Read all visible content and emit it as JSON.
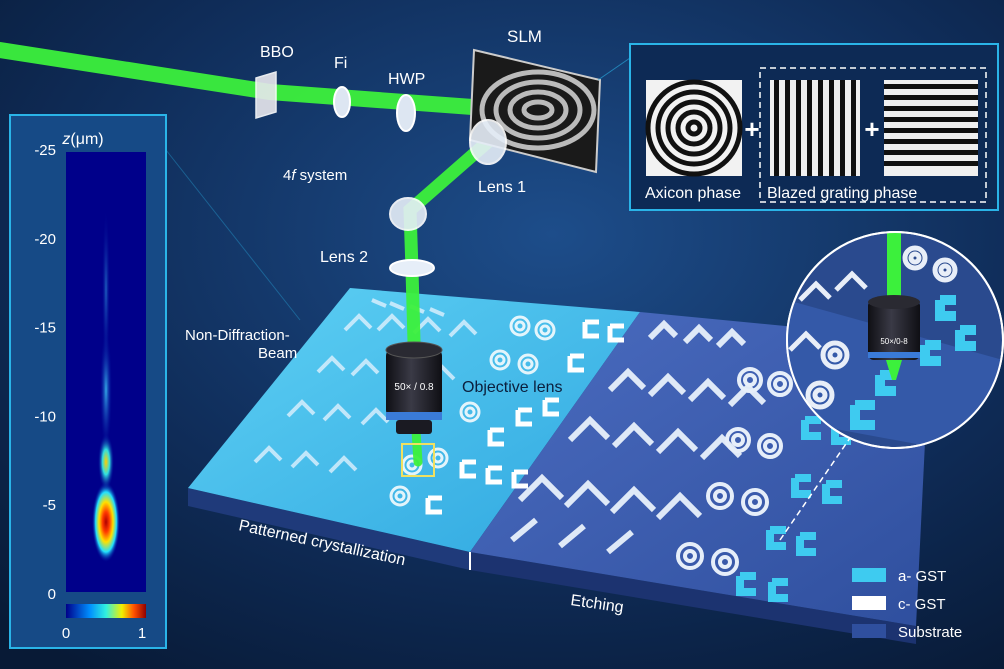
{
  "optics": {
    "bbo": "BBO",
    "fi": "Fi",
    "hwp": "HWP",
    "slm": "SLM",
    "system_prefix": "4",
    "system_f": "f",
    "system_suffix": " system",
    "lens1": "Lens 1",
    "lens2": "Lens 2",
    "objective": "Objective lens",
    "objective_marking": "50× / 0.8",
    "beam_line1": "Non-Diffraction-",
    "beam_line2": "Beam"
  },
  "phase_inset": {
    "plus": "+",
    "axicon": "Axicon phase",
    "blazed": "Blazed grating phase"
  },
  "profile_panel": {
    "title_var": "z",
    "title_unit": "(μm)",
    "ticks": [
      "-25",
      "-20",
      "-15",
      "-10",
      "-5",
      "0"
    ],
    "colorbar_min": "0",
    "colorbar_max": "1"
  },
  "sample": {
    "left_region": "Patterned crystallization",
    "right_region": "Etching"
  },
  "zoom_inset": {
    "objective_marking": "50×/0-8"
  },
  "legend": {
    "items": [
      {
        "label": "a- GST",
        "color": "#3ecbf0"
      },
      {
        "label": "c- GST",
        "color": "#ffffff"
      },
      {
        "label": "Substrate",
        "color": "#2f4f9e"
      }
    ]
  },
  "colors": {
    "beam": "#3cf03c",
    "a_gst": "#3ecbf0",
    "c_gst": "#ffffff",
    "substrate": "#2f4f9e",
    "panel_border": "#2ab4e8"
  }
}
